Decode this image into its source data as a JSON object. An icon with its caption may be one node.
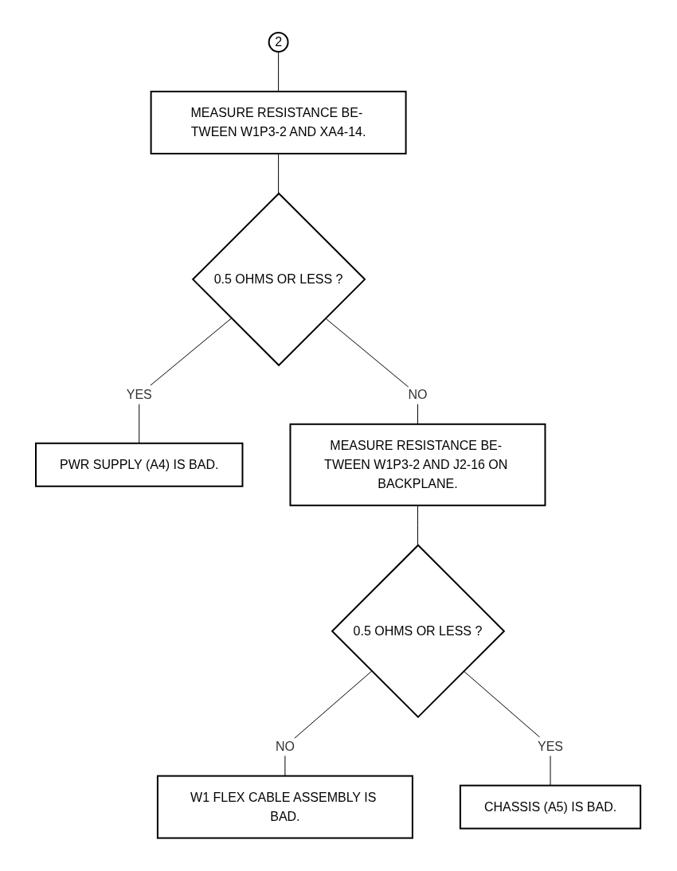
{
  "diagram": {
    "nodes": [
      {
        "text": [
          "2"
        ]
      },
      {
        "text": [
          "MEASURE RESISTANCE BE- TWEEN W1P3-2 AND XA4-14."
        ]
      },
      {
        "text": [
          "0.5 OHMS OR LESS ?"
        ]
      },
      {
        "text": [
          "PWR SUPPLY (A4) IS BAD."
        ]
      },
      {
        "text": [
          "MEASURE RESISTANCE BE- TWEEN W1P3-2 AND J2-16 ON BACKPLANE."
        ]
      },
      {
        "text": [
          "0.5 OHMS OR LESS ?"
        ]
      },
      {
        "text": [
          "W1 FLEX CABLE ASSEMBLY IS BAD."
        ]
      },
      {
        "text": [
          "CHASSIS (A5) IS BAD."
        ]
      }
    ],
    "edges": [
      {
        "from": 0,
        "to": 1,
        "arrow": "none"
      },
      {
        "from": 1,
        "to": 2,
        "arrow": "none"
      },
      {
        "from": 2,
        "to": 3,
        "label": "YES",
        "arrow": "none"
      },
      {
        "from": 2,
        "to": 4,
        "label": "NO",
        "arrow": "none"
      },
      {
        "from": 4,
        "to": 5,
        "arrow": "none"
      },
      {
        "from": 5,
        "to": 6,
        "label": "NO",
        "arrow": "none"
      },
      {
        "from": 5,
        "to": 7,
        "label": "YES",
        "arrow": "none"
      }
    ]
  }
}
